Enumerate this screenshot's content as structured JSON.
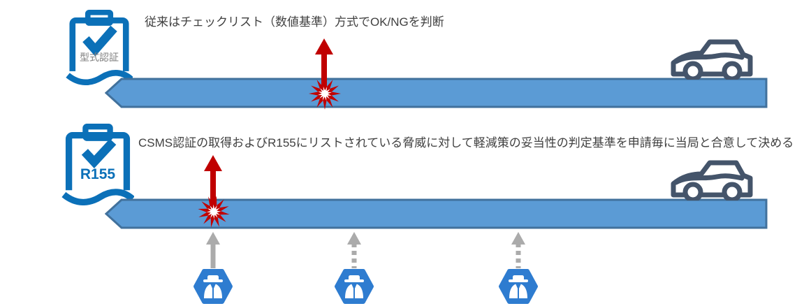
{
  "diagram": {
    "lanes": [
      {
        "badge": "型式認証",
        "annotation": "従来はチェックリスト（数値基準）方式でOK/NGを判断"
      },
      {
        "badge": "R155",
        "annotation": "CSMS認証の取得およびR155にリストされている脅威に対して軽減策の妥当性の判定基準を申請毎に当局と合意して決める"
      }
    ],
    "threats": {
      "items": [
        {
          "icon": "spy-hexagon-icon",
          "arrow": "solid"
        },
        {
          "icon": "spy-hexagon-icon",
          "arrow": "dashed"
        },
        {
          "icon": "spy-hexagon-icon",
          "arrow": "dashed"
        }
      ]
    },
    "icon_names": [
      "clipboard-check-icon",
      "car-icon",
      "impact-burst-icon",
      "impact-arrow-up-icon",
      "threat-arrow-up-icon",
      "spy-hexagon-icon"
    ]
  },
  "colors": {
    "bar_fill": "#5B9BD5",
    "bar_border": "#41719C",
    "clipboard_blue": "#0B70B8",
    "car_outline": "#44546A",
    "impact_red": "#C00000",
    "threat_hex": "#2E7CD0",
    "gray_arrow": "#ABABAB",
    "text": "#404040",
    "badge_gray": "#7F7F7F"
  }
}
